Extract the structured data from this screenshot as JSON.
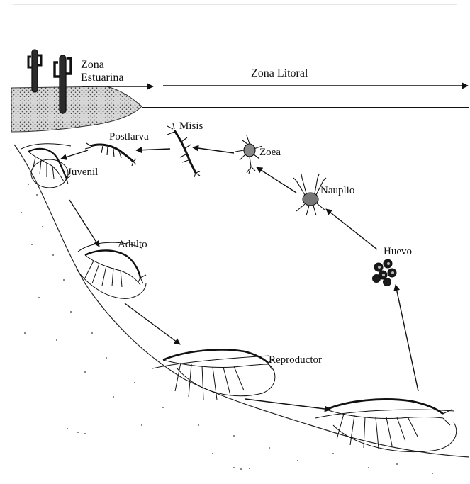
{
  "zones": {
    "estuarine_line1": "Zona",
    "estuarine_line2": "Estuarina",
    "littoral": "Zona Litoral"
  },
  "stages": {
    "huevo": "Huevo",
    "nauplio": "Nauplio",
    "zoea": "Zoea",
    "misis": "Misis",
    "postlarva": "Postlarva",
    "juvenil": "Juvenil",
    "adulto": "Adulto",
    "reproductor": "Reproductor"
  },
  "colors": {
    "ink": "#111111",
    "paper": "#ffffff",
    "land": "#8a8a8a"
  }
}
